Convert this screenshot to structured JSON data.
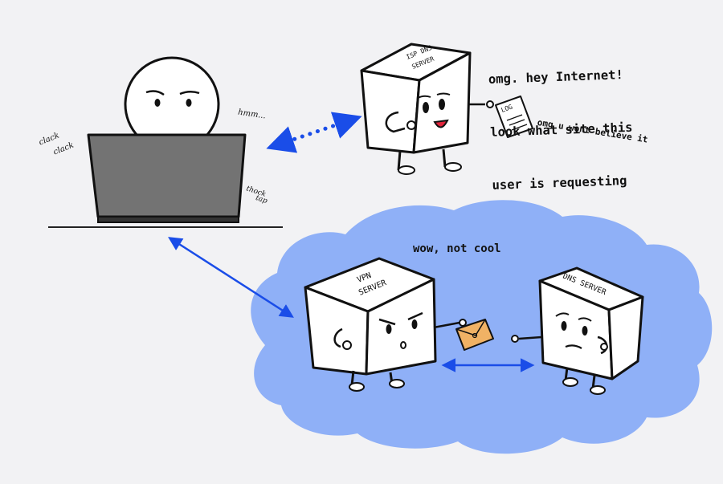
{
  "diagram": {
    "user": {
      "thought": "hmm...",
      "typing_sound_1": "clack",
      "typing_sound_2": "clack",
      "typing_sound_3": "thock",
      "typing_sound_4": "tap"
    },
    "isp_dns_server": {
      "label_line1": "ISP DNS",
      "label_line2": "SERVER",
      "speech_lines": [
        "omg. hey Internet!",
        "look what site this",
        "user is requesting"
      ],
      "paper_label": "LOG",
      "aside": "omg u wont believe it"
    },
    "vpn_cloud": {
      "speech": "wow, not cool"
    },
    "vpn_server": {
      "label_line1": "VPN",
      "label_line2": "SERVER"
    },
    "dns_server": {
      "label": "DNS SERVER"
    }
  },
  "colors": {
    "background": "#f2f2f4",
    "cloud": "#8fb0f7",
    "arrow": "#1a4de8",
    "laptop": "#737373",
    "envelope": "#f0b265"
  }
}
